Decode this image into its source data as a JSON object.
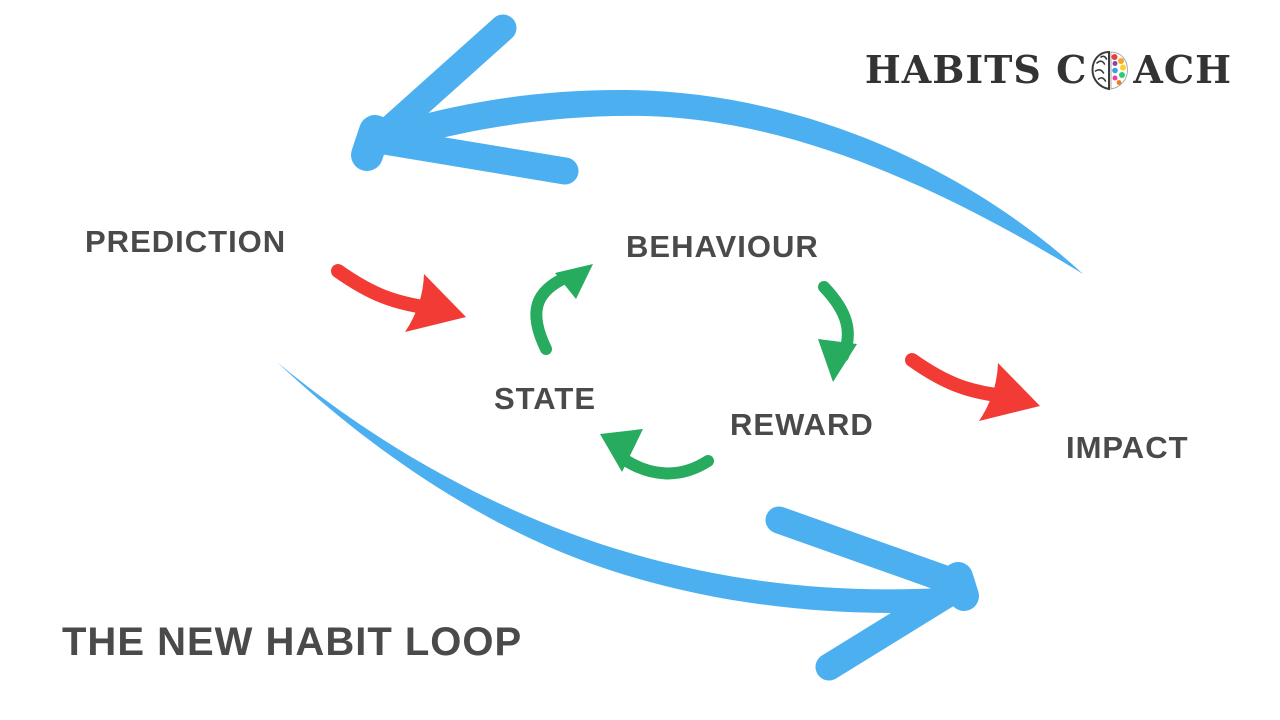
{
  "title": "THE NEW HABIT LOOP",
  "logo": {
    "part1": "HABITS C",
    "part2": "ACH",
    "icon": "brain-icon"
  },
  "nodes": [
    {
      "id": "prediction",
      "label": "PREDICTION"
    },
    {
      "id": "behaviour",
      "label": "BEHAVIOUR"
    },
    {
      "id": "state",
      "label": "STATE"
    },
    {
      "id": "reward",
      "label": "REWARD"
    },
    {
      "id": "impact",
      "label": "IMPACT"
    }
  ],
  "edges": [
    {
      "id": "prediction-into-loop",
      "from": "PREDICTION",
      "to": "habit loop",
      "color_name": "red"
    },
    {
      "id": "state-to-behaviour",
      "from": "STATE",
      "to": "BEHAVIOUR",
      "color_name": "green"
    },
    {
      "id": "behaviour-to-reward",
      "from": "BEHAVIOUR",
      "to": "REWARD",
      "color_name": "green"
    },
    {
      "id": "reward-to-state",
      "from": "REWARD",
      "to": "STATE",
      "color_name": "green"
    },
    {
      "id": "reward-to-impact",
      "from": "REWARD",
      "to": "IMPACT",
      "color_name": "red"
    },
    {
      "id": "outer-loop-top",
      "from": "right side",
      "to": "left (counter-clockwise sweep)",
      "color_name": "blue"
    },
    {
      "id": "outer-loop-bottom",
      "from": "left side",
      "to": "right (counter-clockwise sweep)",
      "color_name": "blue"
    }
  ],
  "colors": {
    "blue": "#4CB0F0",
    "green": "#27AB5E",
    "red": "#F13B34",
    "text": "#4A4A4A",
    "logo_text": "#333333",
    "background": "#FFFFFF"
  }
}
